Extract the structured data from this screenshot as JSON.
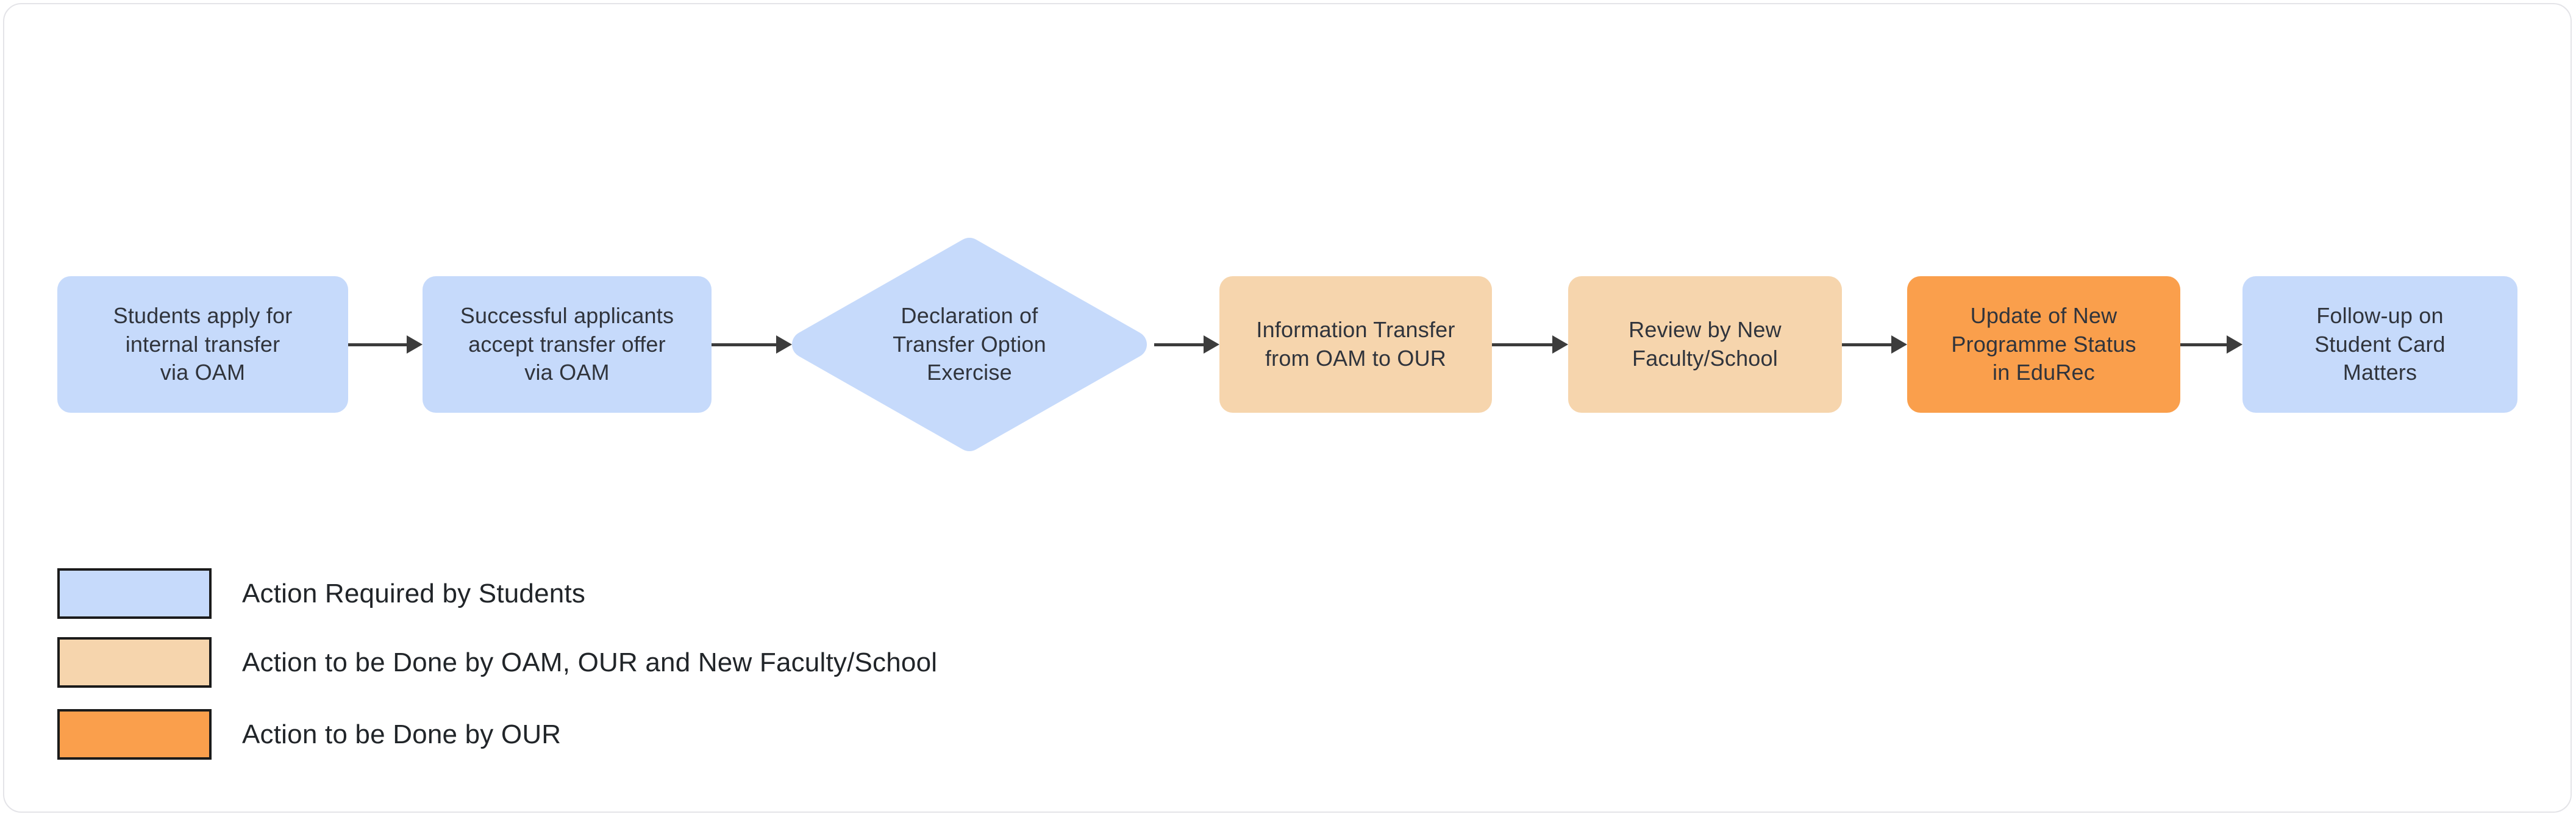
{
  "page": {
    "background": "#ffffff",
    "card_border_color": "#e4e4e8"
  },
  "colors": {
    "student": "#c6dafb",
    "oam_our_faculty": "#f6d5ad",
    "our": "#fa9f4c",
    "arrow": "#3c3c3c",
    "node_text": "#30343c",
    "legend_text": "#212529",
    "swatch_border": "#1b1b1b"
  },
  "flow": {
    "nodes": [
      {
        "id": "students-apply",
        "shape": "rect",
        "category": "student",
        "label": "Students apply for\ninternal transfer\nvia OAM"
      },
      {
        "id": "accept-offer",
        "shape": "rect",
        "category": "student",
        "label": "Successful applicants\naccept transfer offer\nvia OAM"
      },
      {
        "id": "declaration",
        "shape": "diamond",
        "category": "student",
        "label": "Declaration of\nTransfer Option\nExercise"
      },
      {
        "id": "info-transfer",
        "shape": "rect",
        "category": "oam_our_faculty",
        "label": "Information Transfer\nfrom OAM to OUR"
      },
      {
        "id": "review-faculty",
        "shape": "rect",
        "category": "oam_our_faculty",
        "label": "Review by New\nFaculty/School"
      },
      {
        "id": "update-status",
        "shape": "rect",
        "category": "our",
        "label": "Update of New\nProgramme Status\nin EduRec"
      },
      {
        "id": "followup-card",
        "shape": "rect",
        "category": "student",
        "label": "Follow-up on\nStudent Card\nMatters"
      }
    ]
  },
  "legend": {
    "items": [
      {
        "category": "student",
        "label": "Action Required by Students"
      },
      {
        "category": "oam_our_faculty",
        "label": "Action to be Done by OAM, OUR and New Faculty/School"
      },
      {
        "category": "our",
        "label": "Action to be Done by OUR"
      }
    ]
  }
}
